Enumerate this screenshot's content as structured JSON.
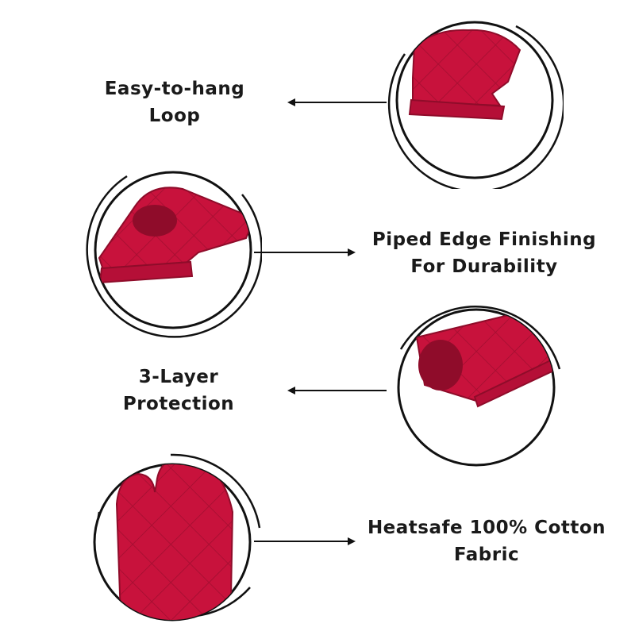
{
  "features": [
    {
      "line1": "Easy-to-hang",
      "line2": "Loop"
    },
    {
      "line1": "Piped Edge Finishing",
      "line2": "For Durability"
    },
    {
      "line1": "3-Layer",
      "line2": "Protection"
    },
    {
      "line1": "Heatsafe 100% Cotton",
      "line2": "Fabric"
    }
  ],
  "colors": {
    "mitt": "#c8123c",
    "mitt_dark": "#8f0c2a",
    "ring": "#111111",
    "text": "#1a1a1a"
  }
}
